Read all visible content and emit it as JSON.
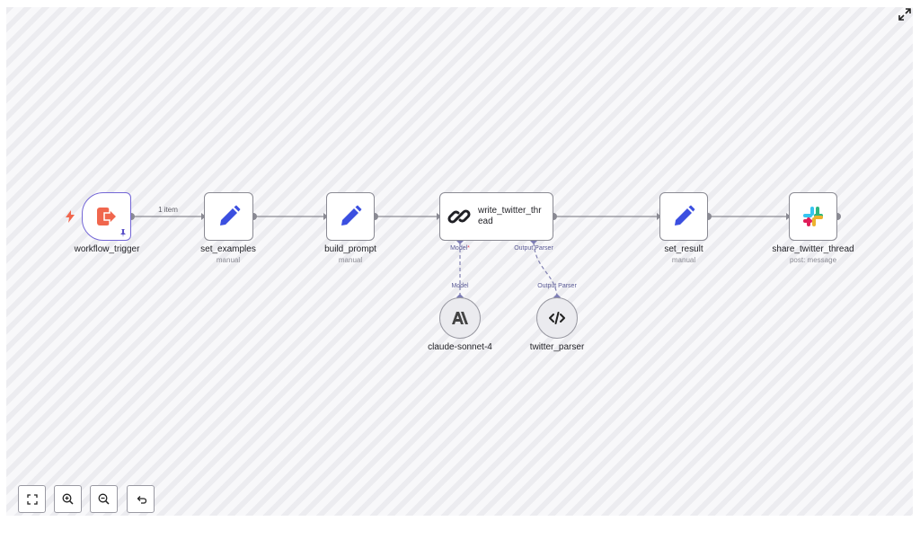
{
  "canvas": {
    "nodes": {
      "workflow_trigger": {
        "name": "workflow_trigger",
        "icon": "sign-in-icon",
        "color": "#f0664d"
      },
      "set_examples": {
        "name": "set_examples",
        "subtitle": "manual",
        "icon": "pencil-icon",
        "color": "#3b4fe0"
      },
      "build_prompt": {
        "name": "build_prompt",
        "subtitle": "manual",
        "icon": "pencil-icon",
        "color": "#3b4fe0"
      },
      "write_twitter_thread": {
        "name": "write_twitter_thread",
        "icon": "link-icon"
      },
      "set_result": {
        "name": "set_result",
        "subtitle": "manual",
        "icon": "pencil-icon",
        "color": "#3b4fe0"
      },
      "share_twitter_thread": {
        "name": "share_twitter_thread",
        "subtitle": "post: message",
        "icon": "slack-icon"
      },
      "claude_sonnet_4": {
        "name": "claude-sonnet-4",
        "icon": "anthropic-icon"
      },
      "twitter_parser": {
        "name": "twitter_parser",
        "icon": "code-icon"
      }
    },
    "edge_labels": {
      "trigger_to_examples": "1 item"
    },
    "ports": {
      "model_in": "Model",
      "model_required": "*",
      "parser_in": "Output Parser",
      "model_out": "Model",
      "parser_out": "Output Parser"
    },
    "colors": {
      "accent": "#7366d6",
      "edge": "#8a8a93",
      "sub_port": "#8080b0"
    }
  },
  "controls": {
    "fit": "fit-view-icon",
    "zoom_in": "zoom-in-icon",
    "zoom_out": "zoom-out-icon",
    "undo": "undo-icon"
  },
  "toolbar": {
    "expand": "expand-icon"
  }
}
